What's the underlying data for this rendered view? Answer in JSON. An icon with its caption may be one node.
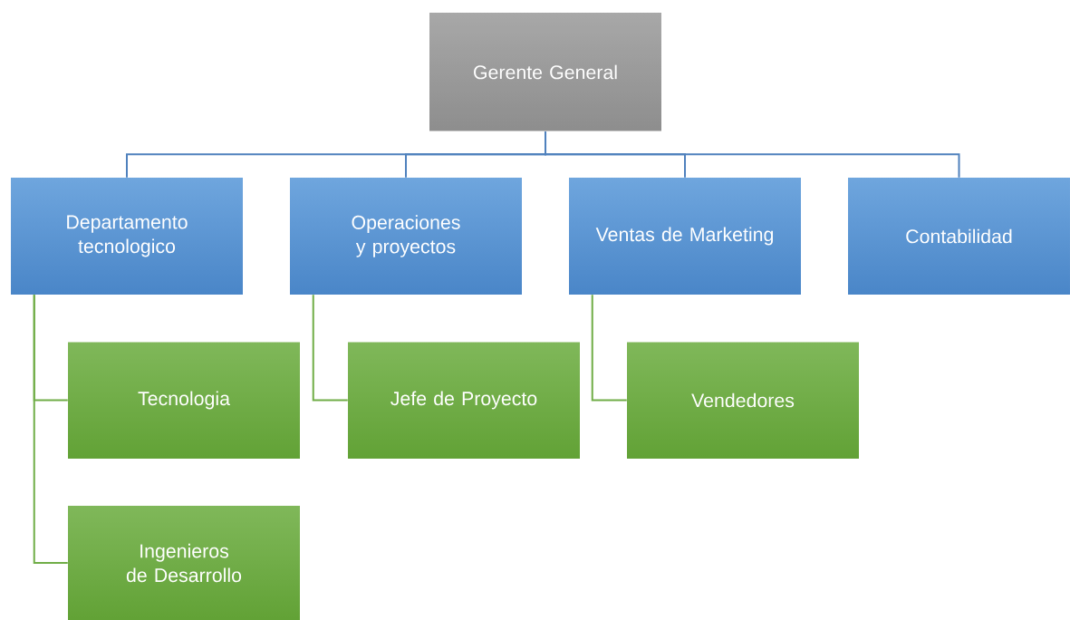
{
  "diagram": {
    "nodes": [
      {
        "text": [
          "Gerente General"
        ]
      },
      {
        "text": [
          "Departamento tecnologico"
        ]
      },
      {
        "text": [
          "Operaciones y proyectos"
        ]
      },
      {
        "text": [
          "Ventas de Marketing"
        ]
      },
      {
        "text": [
          "Contabilidad"
        ]
      },
      {
        "text": [
          "Tecnologia"
        ]
      },
      {
        "text": [
          "Jefe de Proyecto"
        ]
      },
      {
        "text": [
          "Vendedores"
        ]
      },
      {
        "text": [
          "Ingenieros de Desarrollo"
        ]
      }
    ],
    "edges": [
      {
        "from": 0,
        "to": 1,
        "arrow": "none"
      },
      {
        "from": 0,
        "to": 2,
        "arrow": "none"
      },
      {
        "from": 0,
        "to": 3,
        "arrow": "none"
      },
      {
        "from": 0,
        "to": 4,
        "arrow": "none"
      },
      {
        "from": 1,
        "to": 5,
        "arrow": "none",
        "color": "#70ad47"
      },
      {
        "from": 1,
        "to": 8,
        "arrow": "none",
        "color": "#70ad47"
      },
      {
        "from": 2,
        "to": 6,
        "arrow": "none",
        "color": "#70ad47"
      },
      {
        "from": 3,
        "to": 7,
        "arrow": "none",
        "color": "#70ad47"
      }
    ]
  }
}
